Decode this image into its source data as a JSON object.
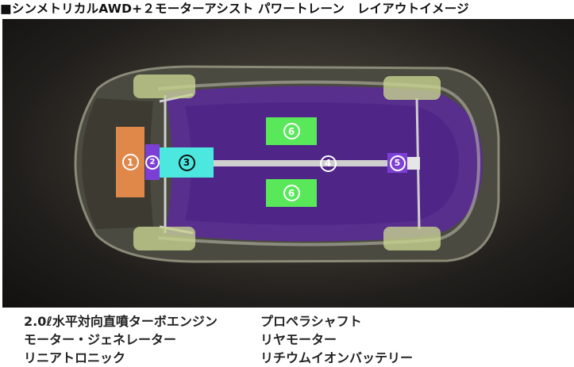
{
  "title": "■シンメトリカルAWD+２モーターアシスト パワートレーン　レイアウトイメージ",
  "legend": {
    "col1": [
      "2.0ℓ水平対向直噴ターボエンジン",
      "モーター・ジェネレーター",
      "リニアトロニック"
    ],
    "col2": [
      "プロペラシャフト",
      "リヤモーター",
      "リチウムイオンバッテリー"
    ]
  },
  "components": {
    "engine": {
      "number": "1",
      "color": "#e0874a"
    },
    "motor_generator": {
      "number": "2",
      "color": "#7b3fd6"
    },
    "lineartronic": {
      "number": "3",
      "color": "#4ce8e0"
    },
    "propeller_shaft": {
      "number": "4",
      "color": "#cfcfcf"
    },
    "rear_motor": {
      "number": "5",
      "color": "#7b3fd6"
    },
    "battery_upper": {
      "number": "6",
      "color": "#58e85a"
    },
    "battery_lower": {
      "number": "6",
      "color": "#58e85a"
    }
  },
  "colors": {
    "interior": "#5a2a9a",
    "tire": "#c7d28e"
  }
}
